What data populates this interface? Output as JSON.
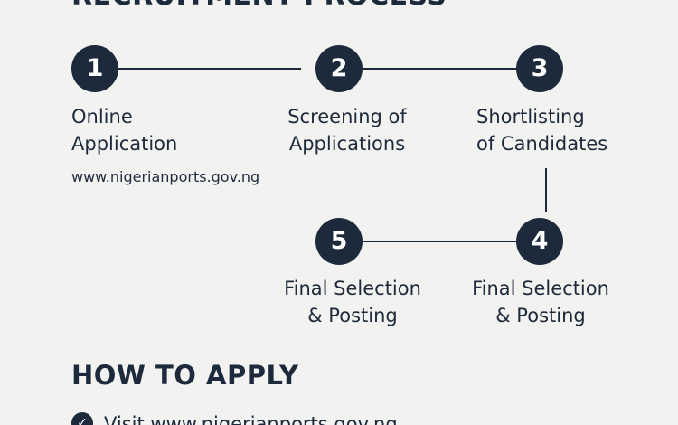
{
  "title": "RECRUITMENT PROCESS",
  "steps": [
    {
      "number": "1",
      "lines": [
        "Online",
        "Application"
      ],
      "url": "www.nigerianports.gov.ng"
    },
    {
      "number": "2",
      "lines": [
        "Screening of",
        "Applications"
      ]
    },
    {
      "number": "3",
      "lines": [
        "Shortlisting",
        "of Candidates"
      ]
    },
    {
      "number": "4",
      "lines": [
        "Final Selection",
        "& Posting"
      ]
    },
    {
      "number": "5",
      "lines": [
        "Final Selection",
        "& Posting"
      ]
    }
  ],
  "how_to_apply": {
    "title": "HOW TO APPLY",
    "items": [
      {
        "text": "Visit www.nigerianports.gov.ng",
        "icon": "check-circle-icon"
      }
    ]
  },
  "colors": {
    "navy": "#1d2a3c",
    "background": "#f2f2f0"
  }
}
